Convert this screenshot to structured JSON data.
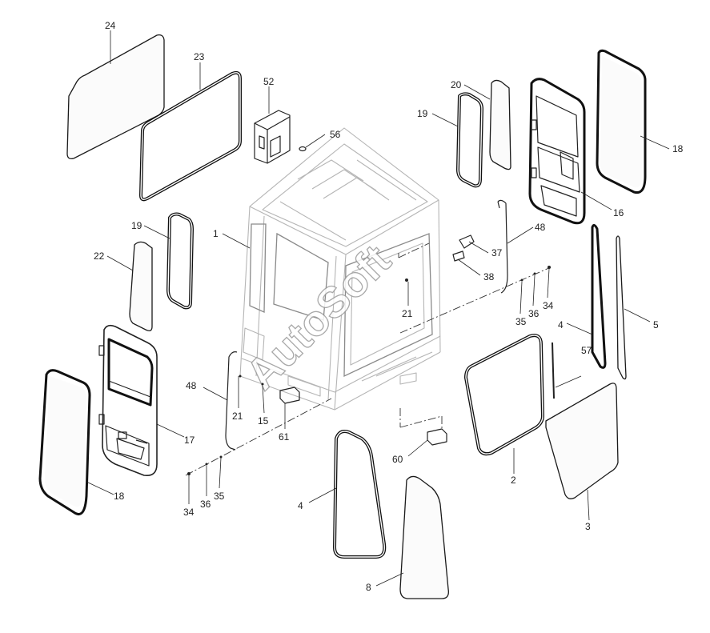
{
  "watermark": "AutoSoft",
  "labels": [
    {
      "id": "24-top",
      "text": "24"
    },
    {
      "id": "23-top",
      "text": "23"
    },
    {
      "id": "52",
      "text": "52"
    },
    {
      "id": "56",
      "text": "56"
    },
    {
      "id": "20",
      "text": "20"
    },
    {
      "id": "19-right",
      "text": "19"
    },
    {
      "id": "18-right",
      "text": "18"
    },
    {
      "id": "16",
      "text": "16"
    },
    {
      "id": "19-left",
      "text": "19"
    },
    {
      "id": "1",
      "text": "1"
    },
    {
      "id": "22",
      "text": "22"
    },
    {
      "id": "48-right",
      "text": "48"
    },
    {
      "id": "37",
      "text": "37"
    },
    {
      "id": "38",
      "text": "38"
    },
    {
      "id": "21-center",
      "text": "21"
    },
    {
      "id": "34-right",
      "text": "34"
    },
    {
      "id": "36-right",
      "text": "36"
    },
    {
      "id": "35-right",
      "text": "35"
    },
    {
      "id": "4-right",
      "text": "4"
    },
    {
      "id": "5",
      "text": "5"
    },
    {
      "id": "57",
      "text": "57"
    },
    {
      "id": "48-left",
      "text": "48"
    },
    {
      "id": "21-left",
      "text": "21"
    },
    {
      "id": "15",
      "text": "15"
    },
    {
      "id": "61",
      "text": "61"
    },
    {
      "id": "17",
      "text": "17"
    },
    {
      "id": "18-left",
      "text": "18"
    },
    {
      "id": "34-left",
      "text": "34"
    },
    {
      "id": "36-left",
      "text": "36"
    },
    {
      "id": "35-left",
      "text": "35"
    },
    {
      "id": "60",
      "text": "60"
    },
    {
      "id": "2",
      "text": "2"
    },
    {
      "id": "3",
      "text": "3"
    },
    {
      "id": "4-bottom",
      "text": "4"
    },
    {
      "id": "8",
      "text": "8"
    }
  ]
}
